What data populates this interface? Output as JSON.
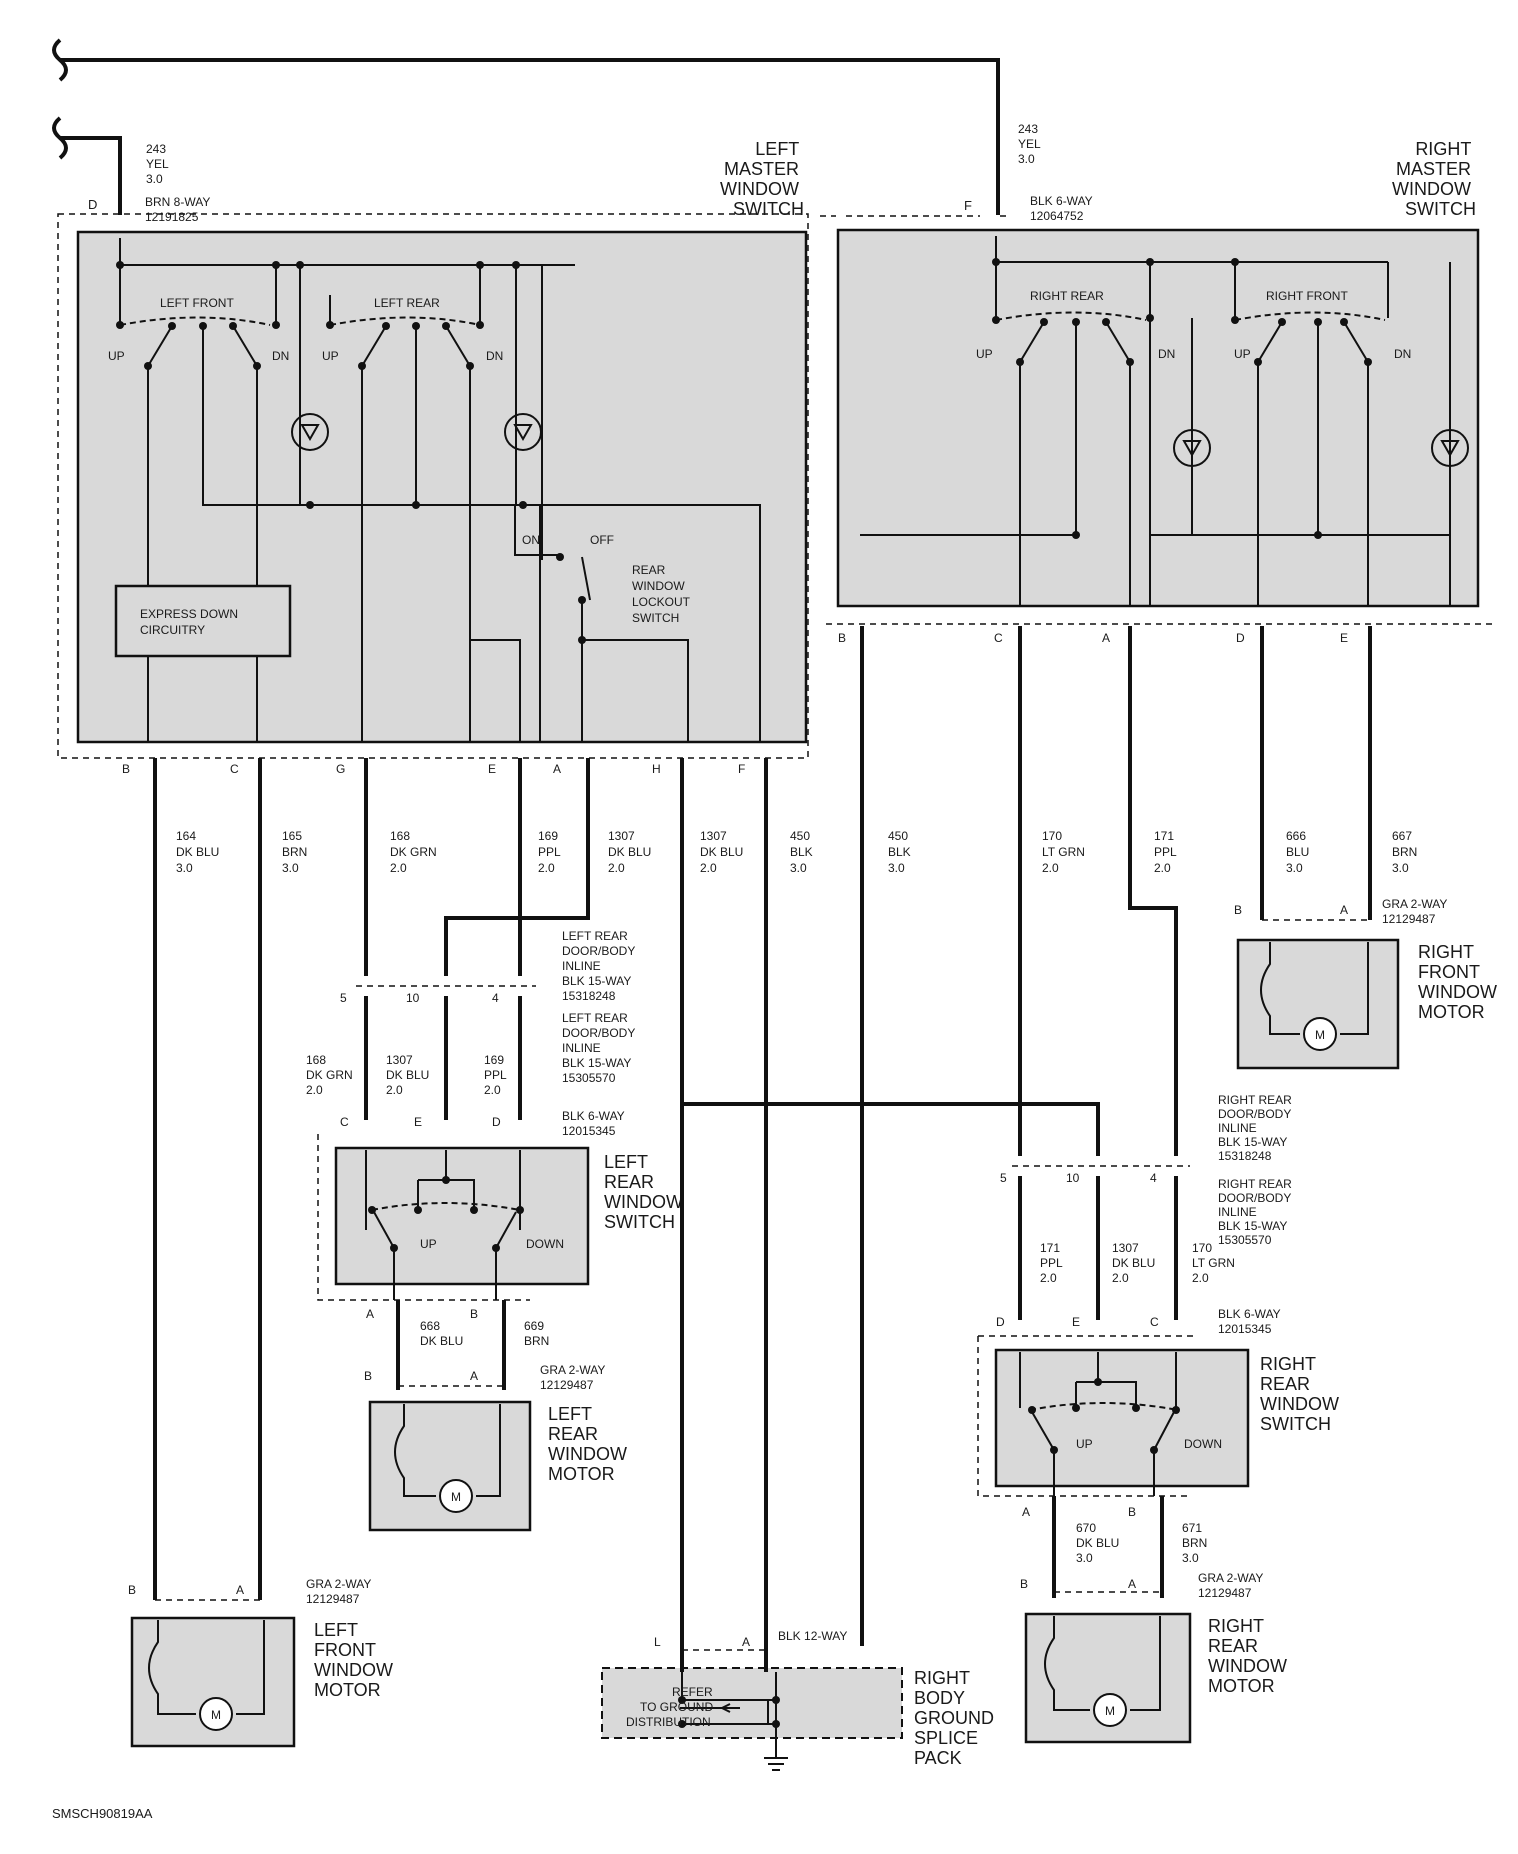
{
  "diagram_id": "SMSCH90819AA",
  "left_master": {
    "title": [
      "LEFT",
      "MASTER",
      "WINDOW",
      "SWITCH"
    ],
    "pin_d": "D",
    "feed_wire": [
      "243",
      "YEL",
      "3.0"
    ],
    "connector": [
      "BRN 8-WAY",
      "12191825"
    ],
    "left_front_label": "LEFT FRONT",
    "left_rear_label": "LEFT REAR",
    "up": "UP",
    "dn": "DN",
    "on": "ON",
    "off": "OFF",
    "lockout": [
      "REAR",
      "WINDOW",
      "LOCKOUT",
      "SWITCH"
    ],
    "express": [
      "EXPRESS DOWN",
      "CIRCUITRY"
    ],
    "pins": [
      "B",
      "C",
      "G",
      "E",
      "A",
      "H",
      "F"
    ]
  },
  "right_master": {
    "title": [
      "RIGHT",
      "MASTER",
      "WINDOW",
      "SWITCH"
    ],
    "pin_f": "F",
    "feed_wire": [
      "243",
      "YEL",
      "3.0"
    ],
    "connector": [
      "BLK 6-WAY",
      "12064752"
    ],
    "right_rear_label": "RIGHT REAR",
    "right_front_label": "RIGHT FRONT",
    "up": "UP",
    "dn": "DN",
    "pins": [
      "B",
      "C",
      "A",
      "D",
      "E"
    ]
  },
  "wires": {
    "w164": [
      "164",
      "DK BLU",
      "3.0"
    ],
    "w165": [
      "165",
      "BRN",
      "3.0"
    ],
    "w168": [
      "168",
      "DK GRN",
      "2.0"
    ],
    "w169": [
      "169",
      "PPL",
      "2.0"
    ],
    "w1307a": [
      "1307",
      "DK BLU",
      "2.0"
    ],
    "w1307b": [
      "1307",
      "DK BLU",
      "2.0"
    ],
    "w450a": [
      "450",
      "BLK",
      "3.0"
    ],
    "w450b": [
      "450",
      "BLK",
      "3.0"
    ],
    "w170": [
      "170",
      "LT GRN",
      "2.0"
    ],
    "w171": [
      "171",
      "PPL",
      "2.0"
    ],
    "w666": [
      "666",
      "BLU",
      "3.0"
    ],
    "w667": [
      "667",
      "BRN",
      "3.0"
    ]
  },
  "left_rear_door": {
    "inline_top": [
      "LEFT REAR",
      "DOOR/BODY",
      "INLINE",
      "BLK 15-WAY",
      "15318248"
    ],
    "inline_bot": [
      "LEFT REAR",
      "DOOR/BODY",
      "INLINE",
      "BLK 15-WAY",
      "15305570"
    ],
    "pins": [
      "5",
      "10",
      "4"
    ],
    "w168": [
      "168",
      "DK GRN",
      "2.0"
    ],
    "w1307": [
      "1307",
      "DK BLU",
      "2.0"
    ],
    "w169": [
      "169",
      "PPL",
      "2.0"
    ],
    "switch_conn": [
      "BLK 6-WAY",
      "12015345"
    ],
    "switch_pins": [
      "C",
      "E",
      "D"
    ],
    "switch_title": [
      "LEFT",
      "REAR",
      "WINDOW",
      "SWITCH"
    ],
    "up": "UP",
    "down": "DOWN",
    "out_pins": [
      "A",
      "B"
    ],
    "w668": [
      "668",
      "DK BLU"
    ],
    "w669": [
      "669",
      "BRN"
    ],
    "motor_pins": [
      "B",
      "A"
    ],
    "motor_conn": [
      "GRA 2-WAY",
      "12129487"
    ],
    "motor_title": [
      "LEFT",
      "REAR",
      "WINDOW",
      "MOTOR"
    ],
    "m": "M"
  },
  "right_rear_door": {
    "inline_top": [
      "RIGHT REAR",
      "DOOR/BODY",
      "INLINE",
      "BLK 15-WAY",
      "15318248"
    ],
    "inline_bot": [
      "RIGHT REAR",
      "DOOR/BODY",
      "INLINE",
      "BLK 15-WAY",
      "15305570"
    ],
    "pins": [
      "5",
      "10",
      "4"
    ],
    "w171": [
      "171",
      "PPL",
      "2.0"
    ],
    "w1307": [
      "1307",
      "DK BLU",
      "2.0"
    ],
    "w170": [
      "170",
      "LT GRN",
      "2.0"
    ],
    "switch_conn": [
      "BLK 6-WAY",
      "12015345"
    ],
    "switch_pins": [
      "D",
      "E",
      "C"
    ],
    "switch_title": [
      "RIGHT",
      "REAR",
      "WINDOW",
      "SWITCH"
    ],
    "up": "UP",
    "down": "DOWN",
    "out_pins": [
      "A",
      "B"
    ],
    "w670": [
      "670",
      "DK BLU",
      "3.0"
    ],
    "w671": [
      "671",
      "BRN",
      "3.0"
    ],
    "motor_pins": [
      "B",
      "A"
    ],
    "motor_conn": [
      "GRA 2-WAY",
      "12129487"
    ],
    "motor_title": [
      "RIGHT",
      "REAR",
      "WINDOW",
      "MOTOR"
    ],
    "m": "M"
  },
  "right_front_motor": {
    "pins": [
      "B",
      "A"
    ],
    "conn": [
      "GRA 2-WAY",
      "12129487"
    ],
    "title": [
      "RIGHT",
      "FRONT",
      "WINDOW",
      "MOTOR"
    ],
    "m": "M"
  },
  "left_front_motor": {
    "pins": [
      "B",
      "A"
    ],
    "conn": [
      "GRA 2-WAY",
      "12129487"
    ],
    "title": [
      "LEFT",
      "FRONT",
      "WINDOW",
      "MOTOR"
    ],
    "m": "M"
  },
  "ground": {
    "pins": [
      "L",
      "A"
    ],
    "conn": "BLK 12-WAY",
    "refer": [
      "REFER",
      "TO GROUND",
      "DISTRIBUTION"
    ],
    "title": [
      "RIGHT",
      "BODY",
      "GROUND",
      "SPLICE",
      "PACK"
    ]
  }
}
